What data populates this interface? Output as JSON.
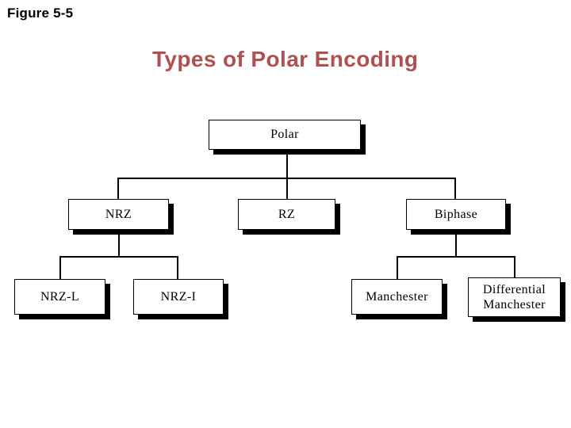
{
  "slide": {
    "figure_label": "Figure 5-5",
    "title": "Types of Polar Encoding"
  },
  "colors": {
    "title_text": "#b05050",
    "figure_label_text": "#000000",
    "box_background": "#ffffff",
    "box_border": "#000000",
    "box_shadow": "#000000",
    "connector_line": "#000000",
    "slide_background": "#ffffff"
  },
  "tree": {
    "root": {
      "label": "Polar"
    },
    "children": [
      {
        "label": "NRZ",
        "children": [
          {
            "label": "NRZ-L"
          },
          {
            "label": "NRZ-I"
          }
        ]
      },
      {
        "label": "RZ",
        "children": []
      },
      {
        "label": "Biphase",
        "children": [
          {
            "label": "Manchester"
          },
          {
            "label": "Differential Manchester"
          }
        ]
      }
    ]
  }
}
